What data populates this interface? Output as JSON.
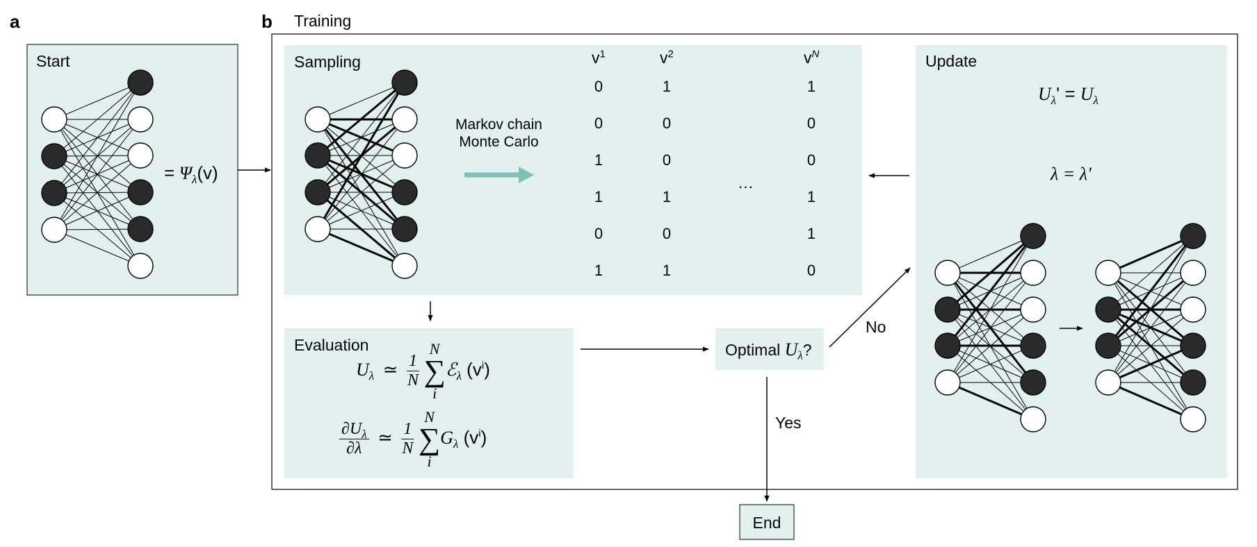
{
  "panel_labels": {
    "a": "a",
    "b": "b"
  },
  "titles": {
    "training": "Training",
    "start": "Start",
    "sampling": "Sampling",
    "update": "Update",
    "evaluation": "Evaluation"
  },
  "start_equation": {
    "prefix": "=",
    "psi": "Ψ",
    "sub": "λ",
    "arg": "(v)"
  },
  "mcmc": {
    "line1": "Markov chain",
    "line2": "Monte Carlo"
  },
  "samples": {
    "headers": [
      {
        "base": "v",
        "sup": "1"
      },
      {
        "base": "v",
        "sup": "2"
      },
      {
        "base": "v",
        "sup": "N"
      }
    ],
    "columns": [
      [
        "0",
        "0",
        "1",
        "1",
        "0",
        "1"
      ],
      [
        "1",
        "0",
        "0",
        "1",
        "0",
        "1"
      ],
      [
        "1",
        "0",
        "0",
        "1",
        "1",
        "0"
      ]
    ],
    "ellipsis": "…"
  },
  "update_eqs": {
    "eq1": {
      "lhs": "U",
      "lhs_sub": "λ",
      "prime": "'",
      "eq": " = ",
      "rhs": "U",
      "rhs_sub": "λ"
    },
    "eq2": {
      "text": "λ = λ'"
    }
  },
  "evaluation_eqs": {
    "eq1": {
      "lhs": "U",
      "lhs_sub": "λ",
      "approx": "≃",
      "num": "1",
      "den": "N",
      "sum_top": "N",
      "sum": "∑",
      "sum_bot": "i",
      "fn": "ℰ",
      "fn_sub": "λ",
      "arg_open": " (v",
      "arg_sup": "i",
      "arg_close": ")"
    },
    "eq2": {
      "num_top": "∂U",
      "num_top_sub": "λ",
      "den_bot": "∂λ",
      "approx": "≃",
      "num": "1",
      "den": "N",
      "sum_top": "N",
      "sum": "∑",
      "sum_bot": "i",
      "fn": "G",
      "fn_sub": "λ",
      "arg_open": " (v",
      "arg_sup": "i",
      "arg_close": ")"
    }
  },
  "decision": {
    "text": "Optimal ",
    "var": "U",
    "var_sub": "λ",
    "q": "?"
  },
  "branches": {
    "no": "No",
    "yes": "Yes"
  },
  "end": "End",
  "colors": {
    "panel_fill": "#e2f0ef",
    "mcmc_arrow": "#7fc0b6",
    "dark_node": "#2a2a2a",
    "light_node": "#ffffff"
  }
}
